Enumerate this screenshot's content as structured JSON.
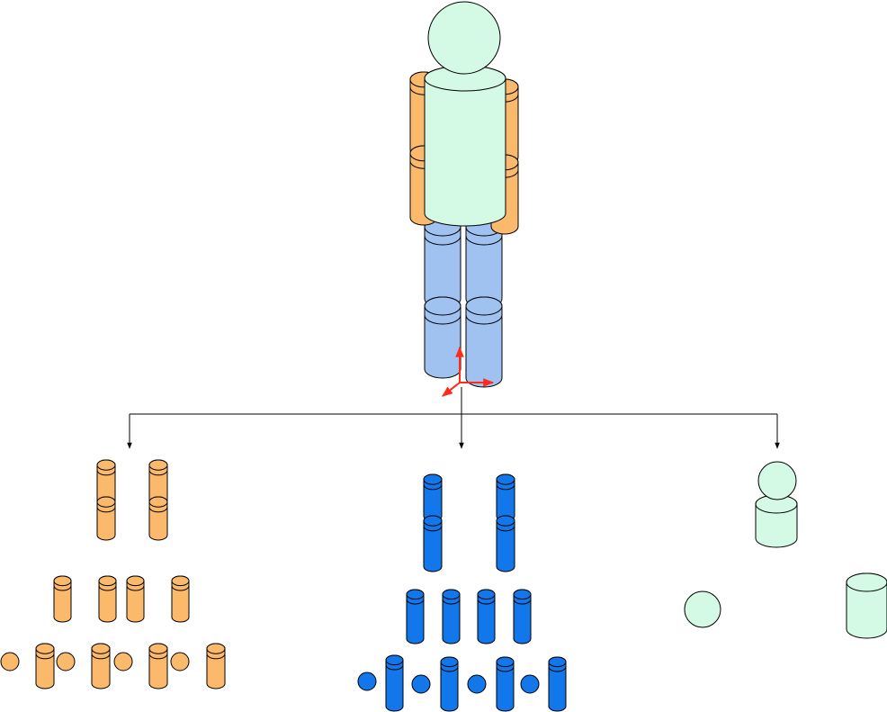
{
  "colors": {
    "skin": "#d4f9e4",
    "arm": "#fbb96b",
    "leg": "#a0c2f1",
    "blue": "#1177ea",
    "stroke": "#000000",
    "axis": "#ff2a1a"
  },
  "figure": {
    "parts": [
      "head",
      "torso",
      "upper-arm",
      "lower-arm",
      "upper-leg",
      "lower-leg"
    ],
    "axes": [
      "x-axis",
      "y-axis",
      "z-axis"
    ]
  },
  "branches": [
    "arm-parts",
    "leg-parts",
    "body-parts"
  ]
}
